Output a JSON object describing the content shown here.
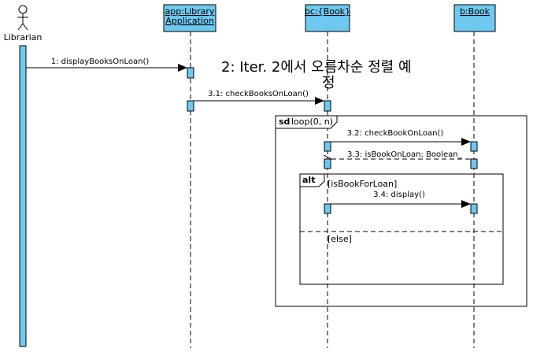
{
  "actor": {
    "name": "Librarian"
  },
  "lifelines": [
    {
      "id": "app",
      "label_line1": "app:Library",
      "label_line2": "Application"
    },
    {
      "id": "bc",
      "label": "bc:{Book}"
    },
    {
      "id": "b",
      "label": "b:Book"
    }
  ],
  "note": {
    "line1": "2: Iter. 2에서 오름차순 정렬 예",
    "line2": "정"
  },
  "messages": {
    "m1": "1: displayBooksOnLoan()",
    "m31": "3.1: checkBooksOnLoan()",
    "m32": "3.2: checkBookOnLoan()",
    "m33": "3.3: isBookOnLoan: Boolean_",
    "m34": "3.4: display()"
  },
  "fragments": {
    "loop": {
      "keyword": "sd",
      "label": "loop(0, n)"
    },
    "alt": {
      "keyword": "alt",
      "guard1": "[isBookForLoan]",
      "guard2": "[else]"
    }
  },
  "colors": {
    "box_fill": "#6EC9F0",
    "activation_fill": "#6EC9F0",
    "line": "#000000"
  }
}
